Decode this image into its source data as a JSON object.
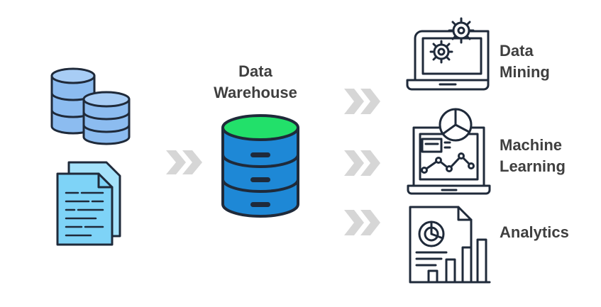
{
  "center": {
    "title_lines": [
      "Data",
      "Warehouse"
    ]
  },
  "outputs": [
    {
      "name": "data-mining",
      "label_lines": [
        "Data",
        "Mining"
      ]
    },
    {
      "name": "machine-learning",
      "label_lines": [
        "Machine",
        "Learning"
      ]
    },
    {
      "name": "analytics",
      "label_lines": [
        "Analytics"
      ]
    }
  ],
  "colors": {
    "text": "#3f3f3f",
    "outline": "#1f2a3a",
    "db_source_fill": "#8cbcf0",
    "document_fill": "#7ed3f7",
    "warehouse_body": "#1e88d6",
    "warehouse_top": "#22e06a",
    "arrow_chevron": "#d6d6d6"
  },
  "icons": {
    "sources_db": "database-stack-icon",
    "sources_docs": "documents-icon",
    "warehouse": "database-icon",
    "mining": "laptop-gears-icon",
    "ml": "monitor-chart-icon",
    "analytics": "report-chart-icon",
    "arrow": "double-chevron-right-icon"
  }
}
